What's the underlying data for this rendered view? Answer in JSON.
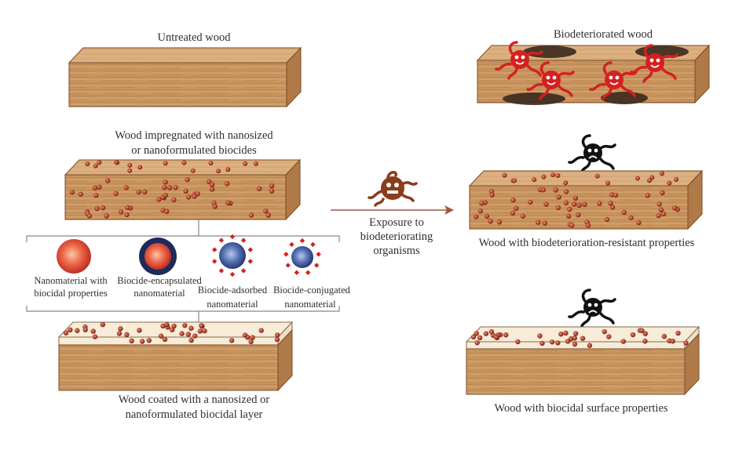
{
  "labels": {
    "untreated": "Untreated wood",
    "impregnated_line1": "Wood impregnated with nanosized",
    "impregnated_line2": "or nanoformulated biocides",
    "coated_line1": "Wood coated with a nanosized or",
    "coated_line2": "nanoformulated biocidal layer",
    "exposure_line1": "Exposure to",
    "exposure_line2": "biodeteriorating",
    "exposure_line3": "organisms",
    "biodeteriorated": "Biodeteriorated wood",
    "resistant": "Wood with biodeterioration-resistant properties",
    "surface": "Wood with biocidal surface properties"
  },
  "nanomaterials": [
    {
      "line1": "Nanomaterial with",
      "line2": "biocidal properties",
      "kind": "biocidal"
    },
    {
      "line1": "Biocide-encapsulated",
      "line2": "nanomaterial",
      "kind": "encapsulated"
    },
    {
      "line1": "Biocide-adsorbed",
      "line2": "nanomaterial",
      "kind": "adsorbed"
    },
    {
      "line1": "Biocide-conjugated",
      "line2": "nanomaterial",
      "kind": "conjugated"
    }
  ],
  "icons": {
    "organism_neutral": "organism-icon",
    "organism_happy": "happy-organism-icon",
    "organism_sad": "sad-organism-icon",
    "arrow": "arrow-right-icon"
  },
  "colors": {
    "wood_front": "#c8955f",
    "wood_top": "#dcb07f",
    "wood_side": "#b07a48",
    "wood_edge": "#7a4a26",
    "coating": "#f6ecd8",
    "particle": "#a8392a",
    "organism_brown": "#8a3d1c",
    "organism_red": "#d42020",
    "organism_black": "#111111",
    "decay": "#3b2a1e",
    "sphere_red": "#e0402e",
    "sphere_blue": "#2e4a8c",
    "arrow": "#9a5a3a"
  }
}
